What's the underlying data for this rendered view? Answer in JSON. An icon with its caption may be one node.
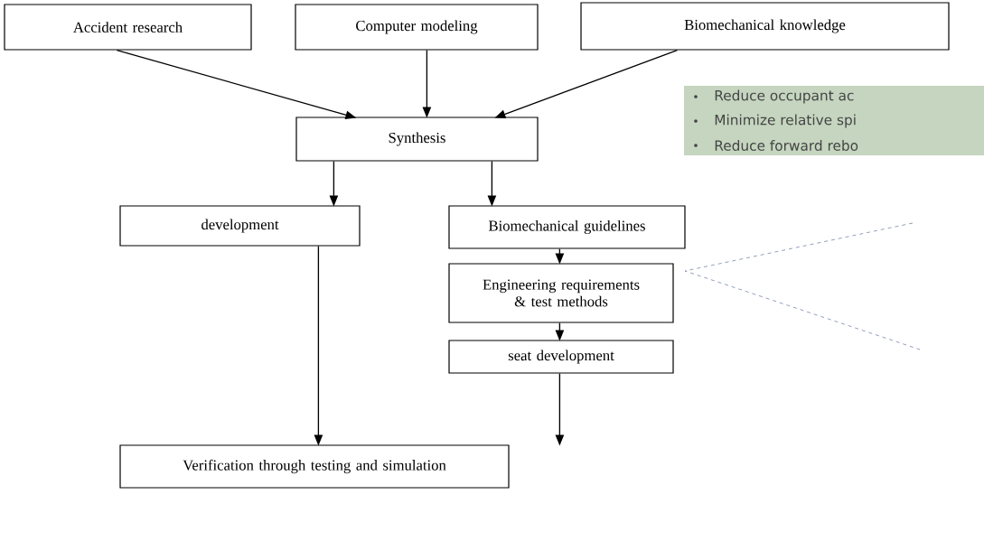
{
  "diagram": {
    "nodes": [
      {
        "text": [
          "Accident research"
        ]
      },
      {
        "text": [
          "Computer modeling"
        ]
      },
      {
        "text": [
          "Biomechanical knowledge"
        ]
      },
      {
        "text": [
          "Reduce occupant ac",
          "Minimize relative spi",
          "Reduce forward rebo"
        ]
      },
      {
        "text": [
          "Synthesis"
        ]
      },
      {
        "text": [
          "development"
        ]
      },
      {
        "text": [
          "Biomechanical guidelines"
        ]
      },
      {
        "text": [
          "Engineering requirements & test methods"
        ]
      },
      {
        "text": [
          "seat development"
        ]
      },
      {
        "text": [
          "Verification through testing and simulation"
        ]
      }
    ],
    "edges": [
      {
        "from": 0,
        "to": 4,
        "arrow": "to"
      },
      {
        "from": 1,
        "to": 4,
        "arrow": "to"
      },
      {
        "from": 2,
        "to": 4,
        "arrow": "to"
      },
      {
        "from": 4,
        "to": 5,
        "arrow": "to"
      },
      {
        "from": 4,
        "to": 6,
        "arrow": "to"
      },
      {
        "from": 6,
        "to": 7,
        "arrow": "to"
      },
      {
        "from": 7,
        "to": 8,
        "arrow": "to"
      },
      {
        "from": 5,
        "to": 9,
        "arrow": "to"
      },
      {
        "from": 8,
        "to": 9,
        "arrow": "to"
      }
    ]
  }
}
